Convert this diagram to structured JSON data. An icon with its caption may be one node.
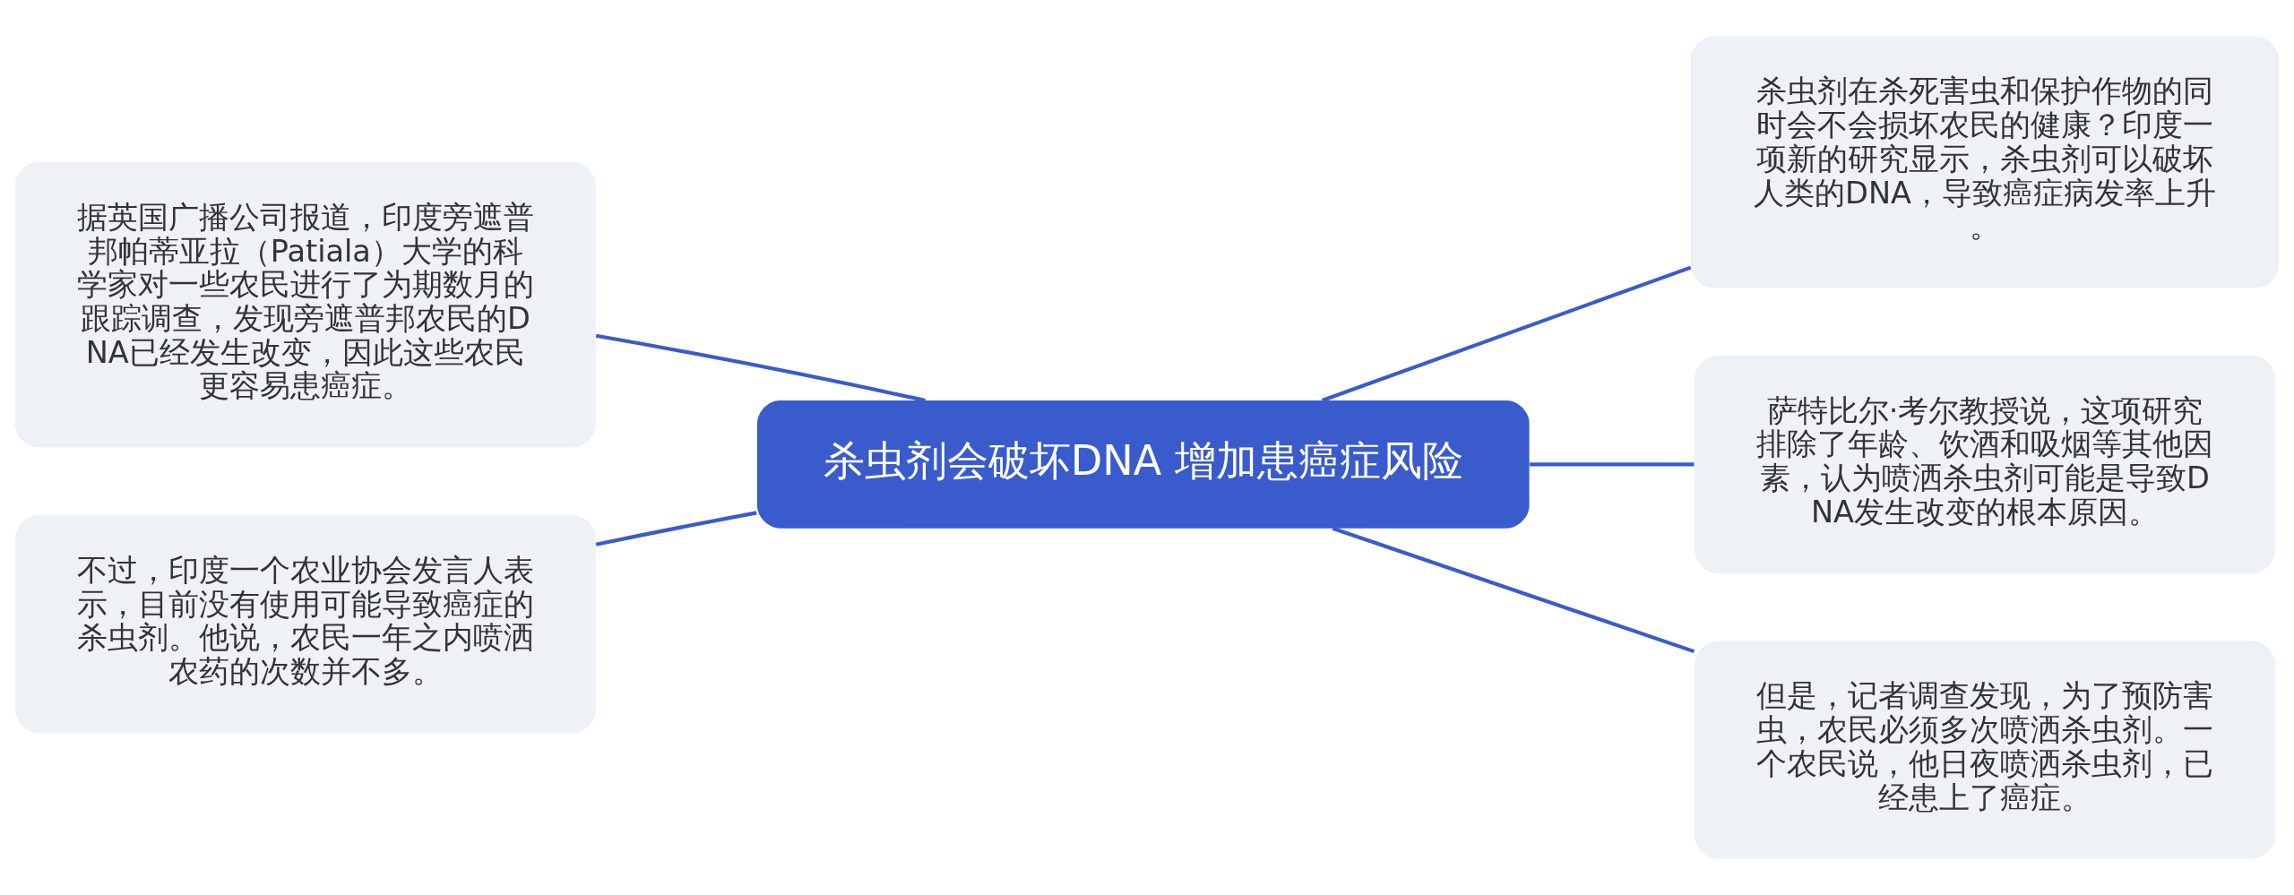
{
  "diagram": {
    "nodes": [
      {
        "text": [
          "杀虫剂会破坏DNA 增加患癌症风险"
        ]
      },
      {
        "text": [
          "据英国广播公司报道，印度旁遮普邦帕蒂亚拉（Patiala）大学的科学家对一些农民进行了为期数月的跟踪调查，发现旁遮普邦农民的DNA已经发生改变，因此这些农民更容易患癌症。"
        ]
      },
      {
        "text": [
          "不过，印度一个农业协会发言人表示，目前没有使用可能导致癌症的杀虫剂。他说，农民一年之内喷洒农药的次数并不多。"
        ]
      },
      {
        "text": [
          "杀虫剂在杀死害虫和保护作物的同时会不会损坏农民的健康？印度一项新的研究显示，杀虫剂可以破坏人类的DNA，导致癌症病发率上升。"
        ]
      },
      {
        "text": [
          "萨特比尔·考尔教授说，这项研究排除了年龄、饮酒和吸烟等其他因素，认为喷洒杀虫剂可能是导致DNA发生改变的根本原因。"
        ]
      },
      {
        "text": [
          "但是，记者调查发现，为了预防害虫，农民必须多次喷洒杀虫剂。一个农民说，他日夜喷洒杀虫剂，已经患上了癌症。"
        ]
      }
    ],
    "edges": [
      {
        "from": 0,
        "to": 1,
        "arrow": "none"
      },
      {
        "from": 0,
        "to": 2,
        "arrow": "none"
      },
      {
        "from": 0,
        "to": 3,
        "arrow": "none"
      },
      {
        "from": 0,
        "to": 4,
        "arrow": "none"
      },
      {
        "from": 0,
        "to": 5,
        "arrow": "none"
      }
    ]
  }
}
